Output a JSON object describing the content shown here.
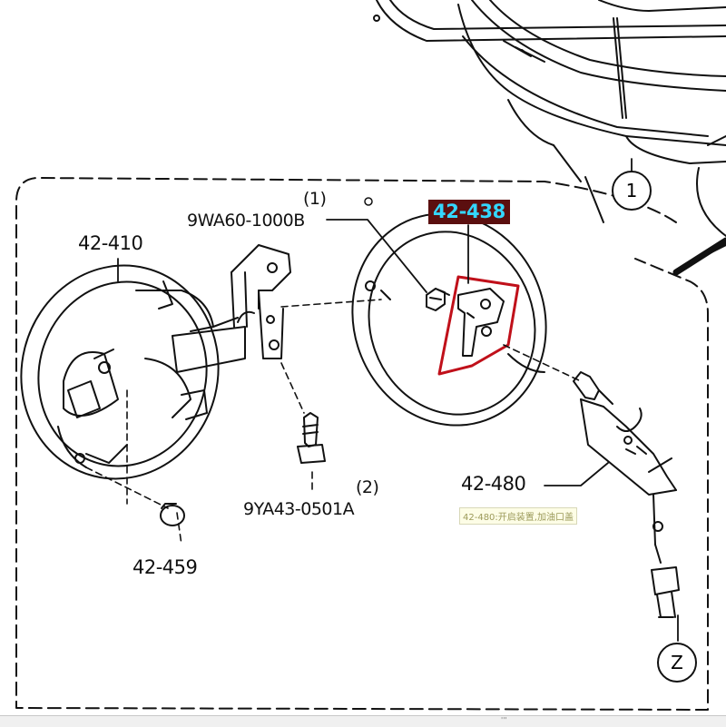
{
  "labels": {
    "lid": "42-410",
    "bolt_ref": "(1)",
    "bolt_part": "9WA60-1000B",
    "highlight_part": "42-438",
    "screw_ref": "(2)",
    "screw_part": "9YA43-0501A",
    "opener": "42-480",
    "bumper": "42-459",
    "circle_top": "1",
    "circle_bottom": "Z"
  },
  "tooltip": "42-480:开启装置,加油口盖",
  "scroll_glyph": "'''",
  "colors": {
    "highlight_bg": "#5b0f0f",
    "highlight_text": "#34d7ff",
    "highlight_box": "#c0101a"
  }
}
